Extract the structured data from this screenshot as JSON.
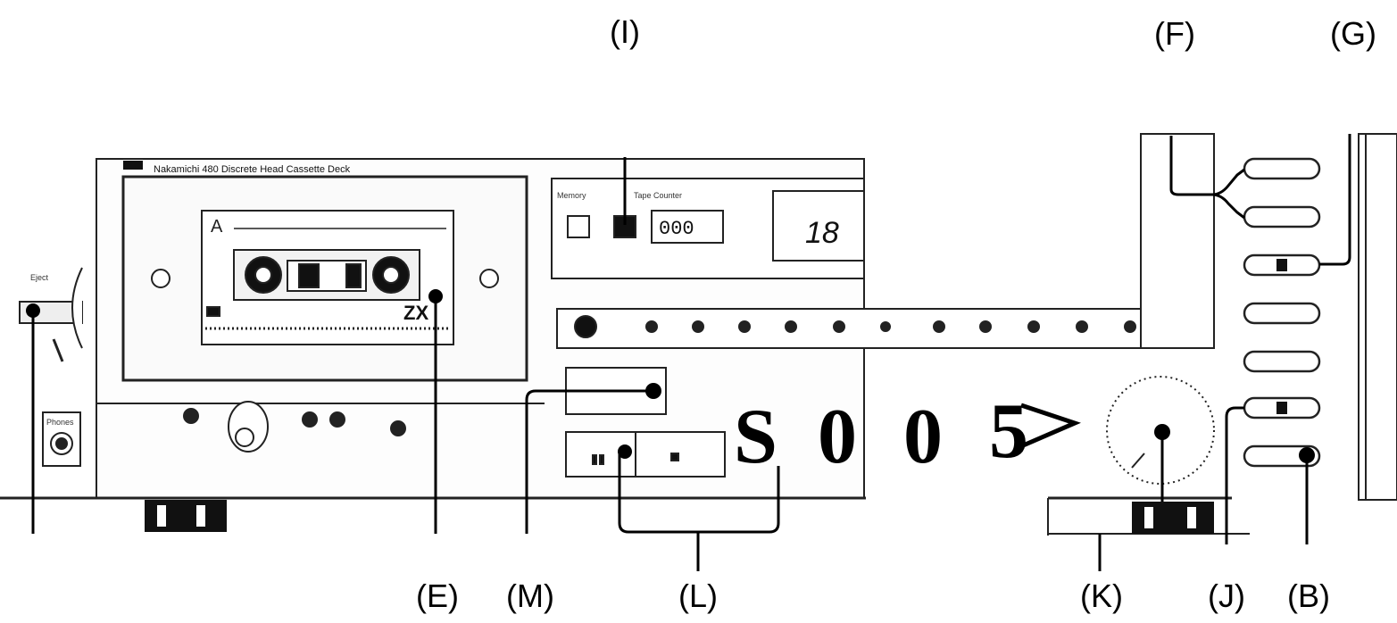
{
  "callouts": {
    "I": "(I)",
    "F": "(F)",
    "G": "(G)",
    "E": "(E)",
    "M": "(M)",
    "L": "(L)",
    "K": "(K)",
    "J": "(J)",
    "B": "(B)"
  },
  "model_overlay": {
    "chars": [
      "S",
      "0",
      "0",
      "5"
    ]
  },
  "deck": {
    "brand_text": "Nakamichi 480 Discrete Head Cassette Deck",
    "cassette_side": "A",
    "cassette_type": "ZX",
    "counter_value": "000",
    "display_value": "18"
  }
}
